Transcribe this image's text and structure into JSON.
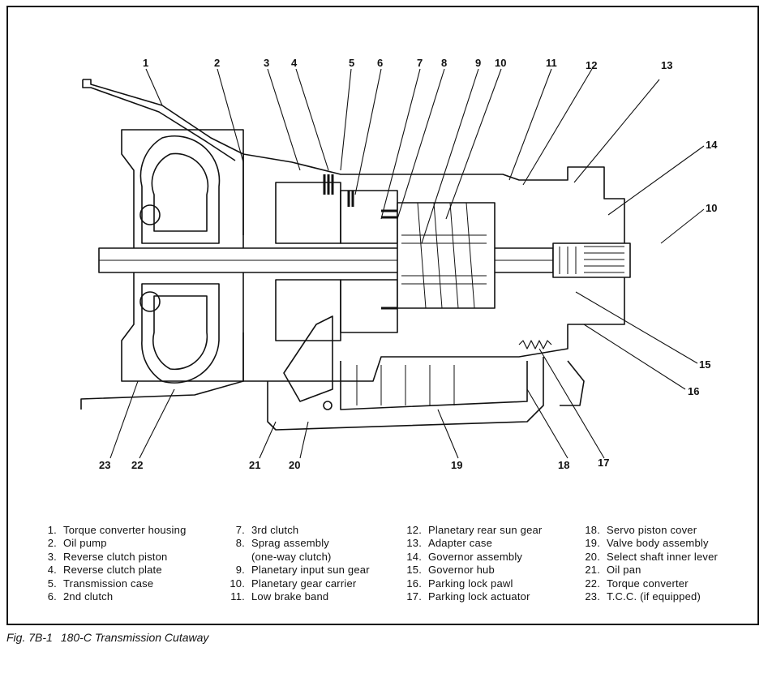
{
  "figure": {
    "number": "Fig. 7B-1",
    "title": "180-C Transmission Cutaway"
  },
  "callouts": {
    "top": [
      "1",
      "2",
      "3",
      "4",
      "5",
      "6",
      "7",
      "8",
      "9",
      "10",
      "11",
      "12",
      "13"
    ],
    "right": [
      "14",
      "10",
      "15",
      "16"
    ],
    "bottom": [
      "23",
      "22",
      "21",
      "20",
      "19",
      "18",
      "17"
    ]
  },
  "legend": {
    "columns": [
      [
        {
          "num": "1.",
          "label": "Torque converter housing"
        },
        {
          "num": "2.",
          "label": "Oil pump"
        },
        {
          "num": "3.",
          "label": "Reverse clutch piston"
        },
        {
          "num": "4.",
          "label": "Reverse clutch plate"
        },
        {
          "num": "5.",
          "label": "Transmission case"
        },
        {
          "num": "6.",
          "label": "2nd clutch"
        }
      ],
      [
        {
          "num": "7.",
          "label": "3rd clutch"
        },
        {
          "num": "8.",
          "label": "Sprag assembly"
        },
        {
          "num": "",
          "label": "(one-way clutch)"
        },
        {
          "num": "9.",
          "label": "Planetary input sun gear"
        },
        {
          "num": "10.",
          "label": "Planetary gear carrier"
        },
        {
          "num": "11.",
          "label": "Low brake band"
        }
      ],
      [
        {
          "num": "12.",
          "label": "Planetary rear sun gear"
        },
        {
          "num": "13.",
          "label": "Adapter case"
        },
        {
          "num": "14.",
          "label": "Governor assembly"
        },
        {
          "num": "15.",
          "label": "Governor hub"
        },
        {
          "num": "16.",
          "label": "Parking lock pawl"
        },
        {
          "num": "17.",
          "label": "Parking lock actuator"
        }
      ],
      [
        {
          "num": "18.",
          "label": "Servo piston cover"
        },
        {
          "num": "19.",
          "label": "Valve body assembly"
        },
        {
          "num": "20.",
          "label": "Select shaft inner lever"
        },
        {
          "num": "21.",
          "label": "Oil pan"
        },
        {
          "num": "22.",
          "label": "Torque converter"
        },
        {
          "num": "23.",
          "label": "T.C.C. (if equipped)"
        }
      ]
    ]
  }
}
